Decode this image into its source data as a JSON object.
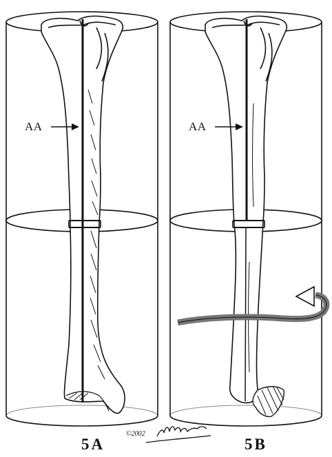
{
  "figure": {
    "panels": [
      {
        "id": "panel-a",
        "axis_label": "AA",
        "caption": "5A"
      },
      {
        "id": "panel-b",
        "axis_label": "AA",
        "caption": "5B"
      }
    ],
    "copyright": "©2002",
    "signature": "M Cooley",
    "colors": {
      "ink": "#111111",
      "background": "#ffffff",
      "arrow": "#777777"
    }
  }
}
